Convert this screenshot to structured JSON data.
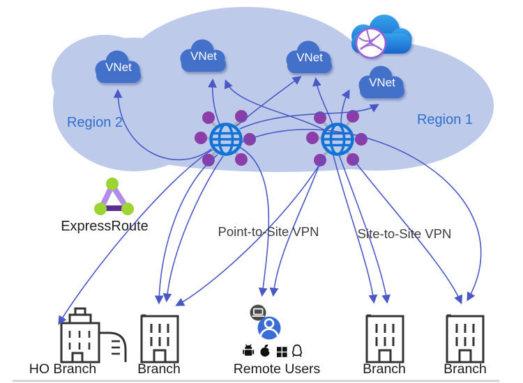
{
  "regions": {
    "left": "Region 2",
    "right": "Region 1"
  },
  "vnets": [
    {
      "label": "VNet"
    },
    {
      "label": "VNet"
    },
    {
      "label": "VNet"
    },
    {
      "label": "VNet"
    }
  ],
  "connection_labels": {
    "expressroute": "ExpressRoute",
    "point_to_site": "Point-to-Site VPN",
    "site_to_site": "Site-to-Site VPN"
  },
  "sites": {
    "ho_branch": "HO Branch",
    "branch_left": "Branch",
    "remote_users": "Remote Users",
    "branch_mid": "Branch",
    "branch_right": "Branch"
  },
  "icons": {
    "region_cloud": "azure-region-cloud-icon",
    "vnet": "vnet-cloud-icon",
    "virtual_hub": "virtual-hub-globe-icon",
    "virtual_wan": "virtual-wan-cloud-globe-icon",
    "expressroute": "expressroute-triangle-icon",
    "building": "branch-building-icon",
    "remote_user": "remote-user-person-icon",
    "device": "laptop-icon",
    "os": [
      "android-icon",
      "apple-icon",
      "windows-icon",
      "linux-icon"
    ]
  },
  "colors": {
    "region_cloud": "#BDCAE9",
    "vnet_cloud": "#4371C9",
    "vnet_text": "#FFFFFF",
    "region_text": "#2F6ECC",
    "hub_globe": "#1273D7",
    "hub_dots": "#8B3EA8",
    "hub_spokes": "#A8AFBC",
    "arrow": "#4A58C6",
    "expressroute_light": "#B18DE8",
    "expressroute_dark": "#5C2D91",
    "expressroute_node": "#9CD435",
    "wan_cloud_top": "#37A3EA",
    "wan_cloud_bottom": "#1765CB",
    "wan_globe": "#9A5FD0",
    "building_stroke": "#333333",
    "remote_user_blue": "#3B6CD6",
    "device_circle": "#4A4A4A",
    "label_text": "#1F1F1F",
    "vpn_text": "#3C3C3C"
  },
  "connections": [
    {
      "from": "hub-region2",
      "to": "vnet-1"
    },
    {
      "from": "hub-region2",
      "to": "vnet-2"
    },
    {
      "from": "hub-region1",
      "to": "vnet-2"
    },
    {
      "from": "hub-region2",
      "to": "vnet-3"
    },
    {
      "from": "hub-region1",
      "to": "vnet-3"
    },
    {
      "from": "hub-region1",
      "to": "vnet-4"
    },
    {
      "from": "hub-region2",
      "to": "vnet-4"
    },
    {
      "from": "hub-region2",
      "to": "ho-branch",
      "via": "ExpressRoute"
    },
    {
      "from": "hub-region2",
      "to": "branch-left"
    },
    {
      "from": "hub-region2",
      "to": "branch-left"
    },
    {
      "from": "hub-region1",
      "to": "branch-left"
    },
    {
      "from": "hub-region2",
      "to": "remote-users",
      "via": "Point-to-Site VPN"
    },
    {
      "from": "hub-region1",
      "to": "remote-users",
      "via": "Point-to-Site VPN"
    },
    {
      "from": "hub-region1",
      "to": "branch-mid",
      "via": "Site-to-Site VPN"
    },
    {
      "from": "hub-region1",
      "to": "branch-mid",
      "via": "Site-to-Site VPN"
    },
    {
      "from": "hub-region1",
      "to": "branch-right",
      "via": "Site-to-Site VPN"
    },
    {
      "from": "hub-region2",
      "to": "branch-right",
      "via": "Site-to-Site VPN"
    }
  ]
}
